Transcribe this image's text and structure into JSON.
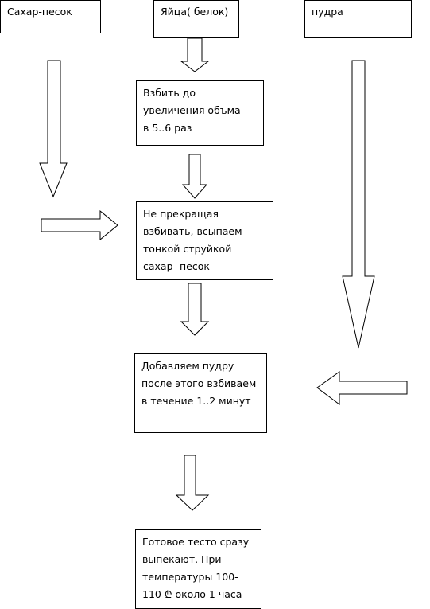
{
  "flowchart": {
    "inputs": {
      "sugar": "Сахар-песок",
      "eggs": "Яйца( белок)",
      "powder": "пудра"
    },
    "steps": [
      "Взбить до\nувеличения объма\nв 5..6 раз",
      "Не прекращая\nвзбивать, всыпаем\nтонкой струйкой\nсахар- песок",
      "Добавляем пудру\nпосле этого взбиваем\nв течение 1..2 минут",
      "Готовое тесто сразу\nвыпекают. При\nтемпературы 100-\n110  ₾  около 1 часа"
    ]
  }
}
